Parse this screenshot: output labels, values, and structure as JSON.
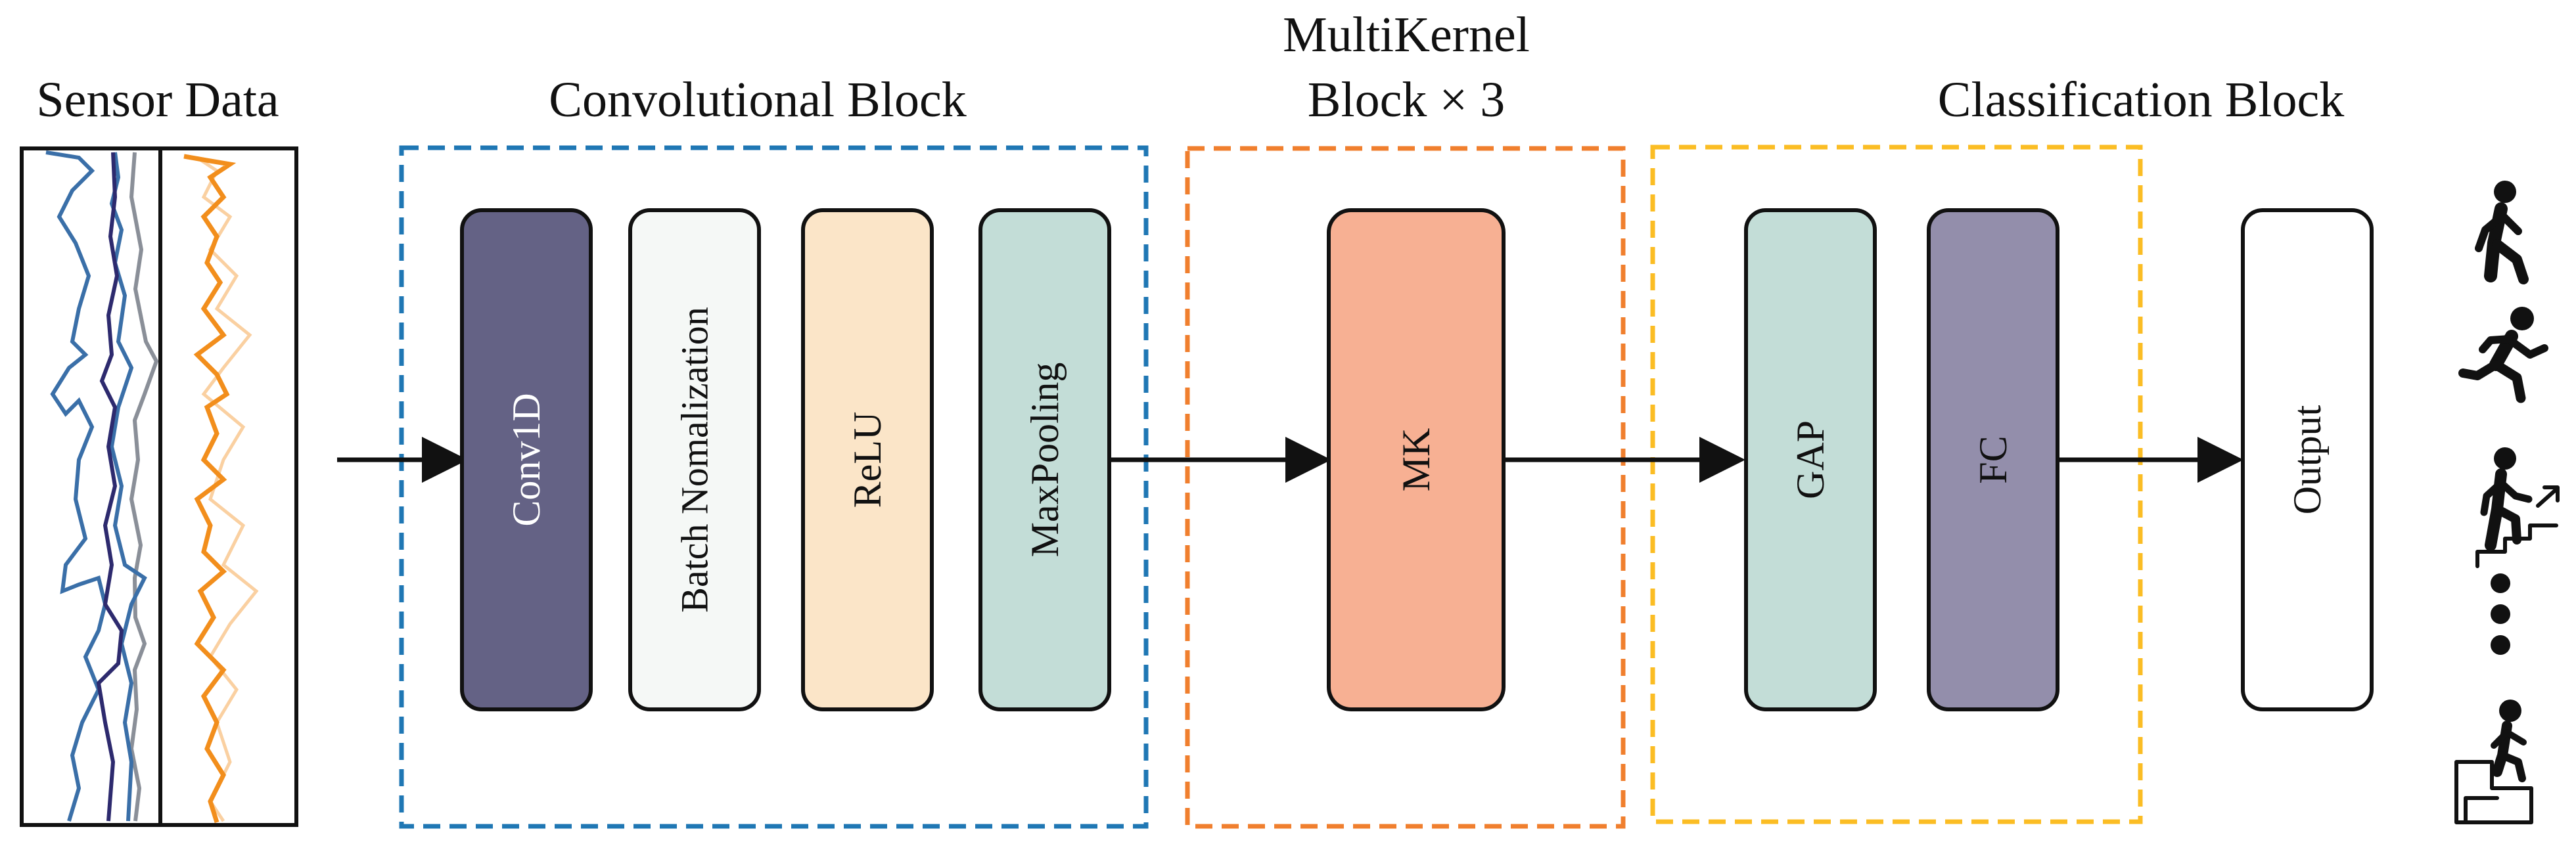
{
  "titles": {
    "sensor_data": "Sensor Data",
    "conv_block": "Convolutional Block",
    "multikernel_line1": "MultiKernel",
    "multikernel_line2": "Block × 3",
    "classification_block": "Classification Block"
  },
  "layers": {
    "conv1d": "Conv1D",
    "batch_norm": "Batch Nomalization",
    "relu": "ReLU",
    "maxpooling": "MaxPooling",
    "mk": "MK",
    "gap": "GAP",
    "fc": "FC",
    "output": "Output"
  },
  "colors": {
    "conv1d": "#646285",
    "batch_norm": "#f5f8f6",
    "relu": "#fbe5c8",
    "maxpooling": "#c3ddd7",
    "mk": "#f7b093",
    "gap": "#c3ddd7",
    "fc": "#938eab",
    "output": "#ffffff",
    "conv_border": "#1f77b4",
    "mk_border": "#f07f2e",
    "cls_border": "#fbbd24",
    "signal_blue": "#3a6fa8",
    "signal_navy": "#2d2a6e",
    "signal_gray": "#8a8f98",
    "signal_orange": "#f28e1c"
  },
  "activity_icons": [
    "walking-icon",
    "running-icon",
    "stairs-up-icon",
    "ellipsis-icon",
    "stairs-down-icon"
  ]
}
